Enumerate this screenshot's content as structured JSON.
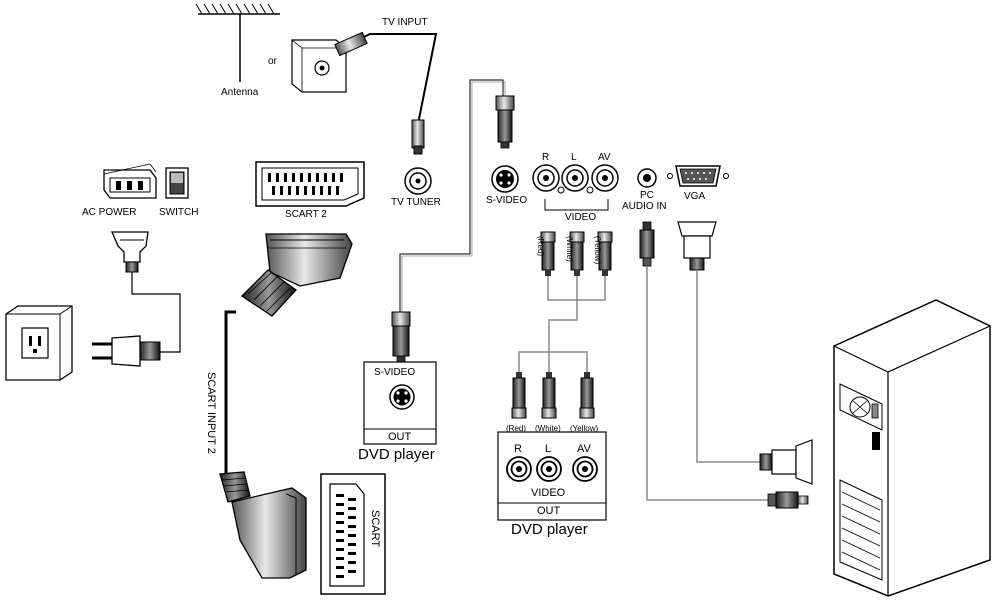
{
  "labels": {
    "tv_input": "TV INPUT",
    "antenna": "Antenna",
    "or": "or",
    "tv_tuner": "TV TUNER",
    "scart2": "SCART 2",
    "ac_power": "AC POWER",
    "switch": "SWITCH",
    "scart_input2": "SCART INPUT 2",
    "scart": "SCART",
    "s_video_panel": "S-VIDEO",
    "r": "R",
    "l": "L",
    "av": "AV",
    "video_panel": "VIDEO",
    "pc_audio_in_1": "PC",
    "pc_audio_in_2": "AUDIO IN",
    "vga": "VGA",
    "red": "(Red)",
    "white": "(White)",
    "yellow": "(Yellow)",
    "dvd1_svideo": "S-VIDEO",
    "dvd1_out": "OUT",
    "dvd1_name": "DVD player",
    "dvd2_red": "(Red)",
    "dvd2_white": "(White)",
    "dvd2_yellow": "(Yellow)",
    "dvd2_r": "R",
    "dvd2_l": "L",
    "dvd2_av": "AV",
    "dvd2_video": "VIDEO",
    "dvd2_out": "OUT",
    "dvd2_name": "DVD player"
  }
}
